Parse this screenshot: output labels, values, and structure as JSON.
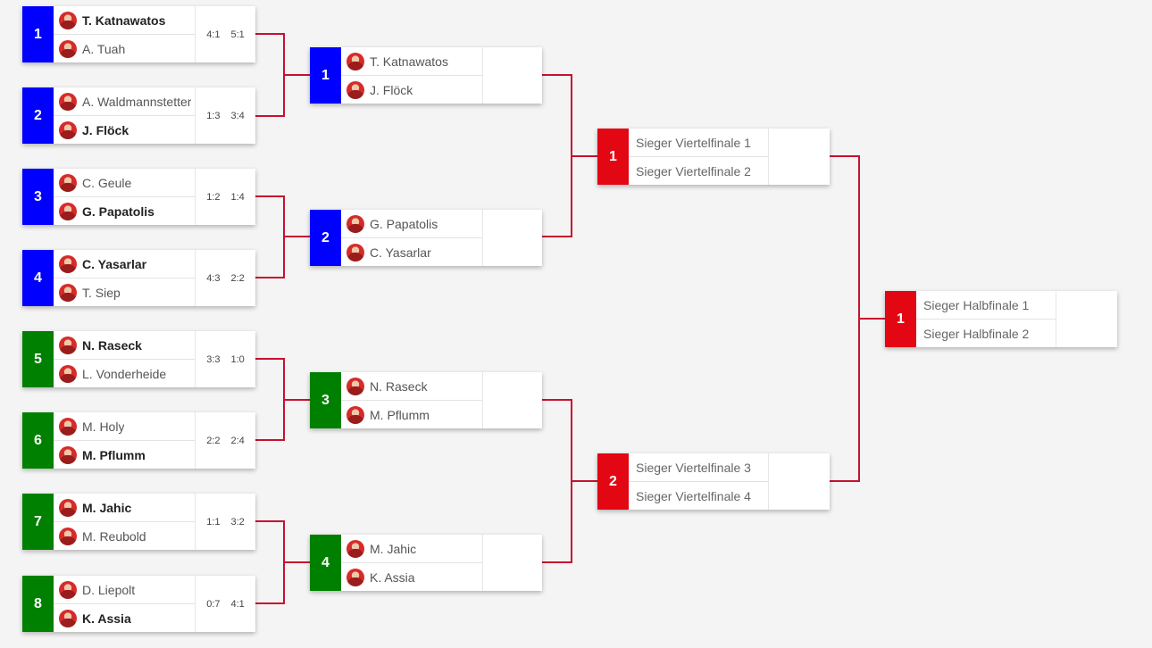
{
  "round1": [
    {
      "seed": "1",
      "color": "blue",
      "players": [
        {
          "name": "T. Katnawatos",
          "winner": true
        },
        {
          "name": "A. Tuah",
          "winner": false
        }
      ],
      "scores": [
        "4:1",
        "5:1"
      ]
    },
    {
      "seed": "2",
      "color": "blue",
      "players": [
        {
          "name": "A. Waldmannstetter",
          "winner": false
        },
        {
          "name": "J. Flöck",
          "winner": true
        }
      ],
      "scores": [
        "1:3",
        "3:4"
      ]
    },
    {
      "seed": "3",
      "color": "blue",
      "players": [
        {
          "name": "C. Geule",
          "winner": false
        },
        {
          "name": "G. Papatolis",
          "winner": true
        }
      ],
      "scores": [
        "1:2",
        "1:4"
      ]
    },
    {
      "seed": "4",
      "color": "blue",
      "players": [
        {
          "name": "C. Yasarlar",
          "winner": true
        },
        {
          "name": "T. Siep",
          "winner": false
        }
      ],
      "scores": [
        "4:3",
        "2:2"
      ]
    },
    {
      "seed": "5",
      "color": "green",
      "players": [
        {
          "name": "N. Raseck",
          "winner": true
        },
        {
          "name": "L. Vonderheide",
          "winner": false
        }
      ],
      "scores": [
        "3:3",
        "1:0"
      ]
    },
    {
      "seed": "6",
      "color": "green",
      "players": [
        {
          "name": "M. Holy",
          "winner": false
        },
        {
          "name": "M. Pflumm",
          "winner": true
        }
      ],
      "scores": [
        "2:2",
        "2:4"
      ]
    },
    {
      "seed": "7",
      "color": "green",
      "players": [
        {
          "name": "M. Jahic",
          "winner": true
        },
        {
          "name": "M. Reubold",
          "winner": false
        }
      ],
      "scores": [
        "1:1",
        "3:2"
      ]
    },
    {
      "seed": "8",
      "color": "green",
      "players": [
        {
          "name": "D. Liepolt",
          "winner": false
        },
        {
          "name": "K. Assia",
          "winner": true
        }
      ],
      "scores": [
        "0:7",
        "4:1"
      ]
    }
  ],
  "quarterfinals": [
    {
      "seed": "1",
      "color": "blue",
      "players": [
        {
          "name": "T. Katnawatos"
        },
        {
          "name": "J. Flöck"
        }
      ]
    },
    {
      "seed": "2",
      "color": "blue",
      "players": [
        {
          "name": "G. Papatolis"
        },
        {
          "name": "C. Yasarlar"
        }
      ]
    },
    {
      "seed": "3",
      "color": "green",
      "players": [
        {
          "name": "N. Raseck"
        },
        {
          "name": "M. Pflumm"
        }
      ]
    },
    {
      "seed": "4",
      "color": "green",
      "players": [
        {
          "name": "M. Jahic"
        },
        {
          "name": "K. Assia"
        }
      ]
    }
  ],
  "semifinals": [
    {
      "seed": "1",
      "color": "red",
      "slots": [
        "Sieger Viertelfinale 1",
        "Sieger Viertelfinale 2"
      ]
    },
    {
      "seed": "2",
      "color": "red",
      "slots": [
        "Sieger Viertelfinale 3",
        "Sieger Viertelfinale 4"
      ]
    }
  ],
  "final": [
    {
      "seed": "1",
      "color": "red",
      "slots": [
        "Sieger Halbfinale 1",
        "Sieger Halbfinale 2"
      ]
    }
  ],
  "colors": {
    "blue": "#0000ff",
    "green": "#008000",
    "red": "#e30613",
    "connector": "#c8102e"
  }
}
